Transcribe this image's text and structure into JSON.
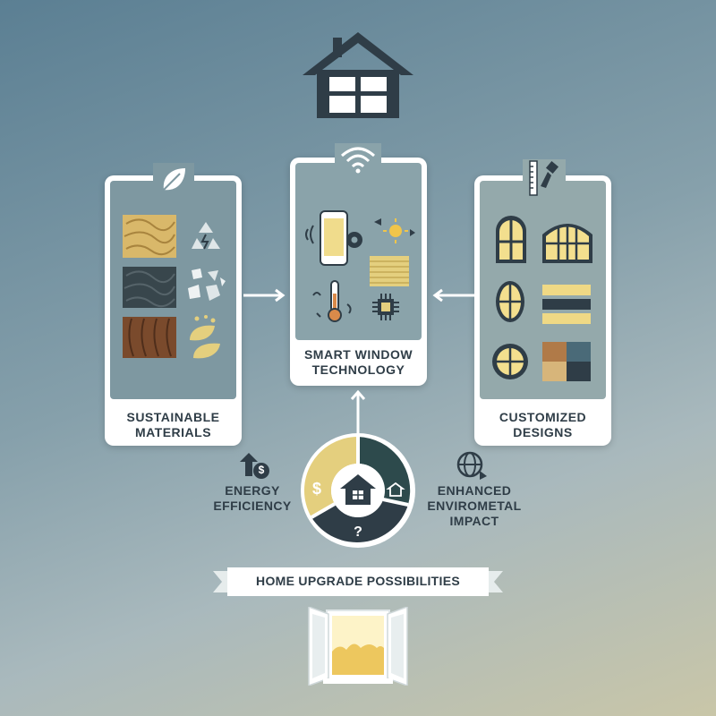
{
  "cards": {
    "sustainable": {
      "line1": "SUSTAINABLE",
      "line2": "MATERIALS"
    },
    "smart": {
      "line1": "SMART WINDOW",
      "line2": "TECHNOLOGY"
    },
    "custom": {
      "line1": "CUSTOMIZED",
      "line2": "DESIGNS"
    }
  },
  "energy": {
    "line1": "ENERGY",
    "line2": "EFFICIENCY",
    "symbol": "$"
  },
  "enhanced": {
    "line1": "ENHANCED",
    "line2": "ENVIROMETAL",
    "line3": "IMPACT"
  },
  "ring": {
    "left_symbol": "$",
    "bottom_symbol": "?"
  },
  "banner": {
    "text": "HOME UPGRADE POSSIBILITIES"
  },
  "colors": {
    "dark": "#2f3d47",
    "gold": "#e4cf7e",
    "white": "#ffffff",
    "teal": "#2d4a4c"
  }
}
